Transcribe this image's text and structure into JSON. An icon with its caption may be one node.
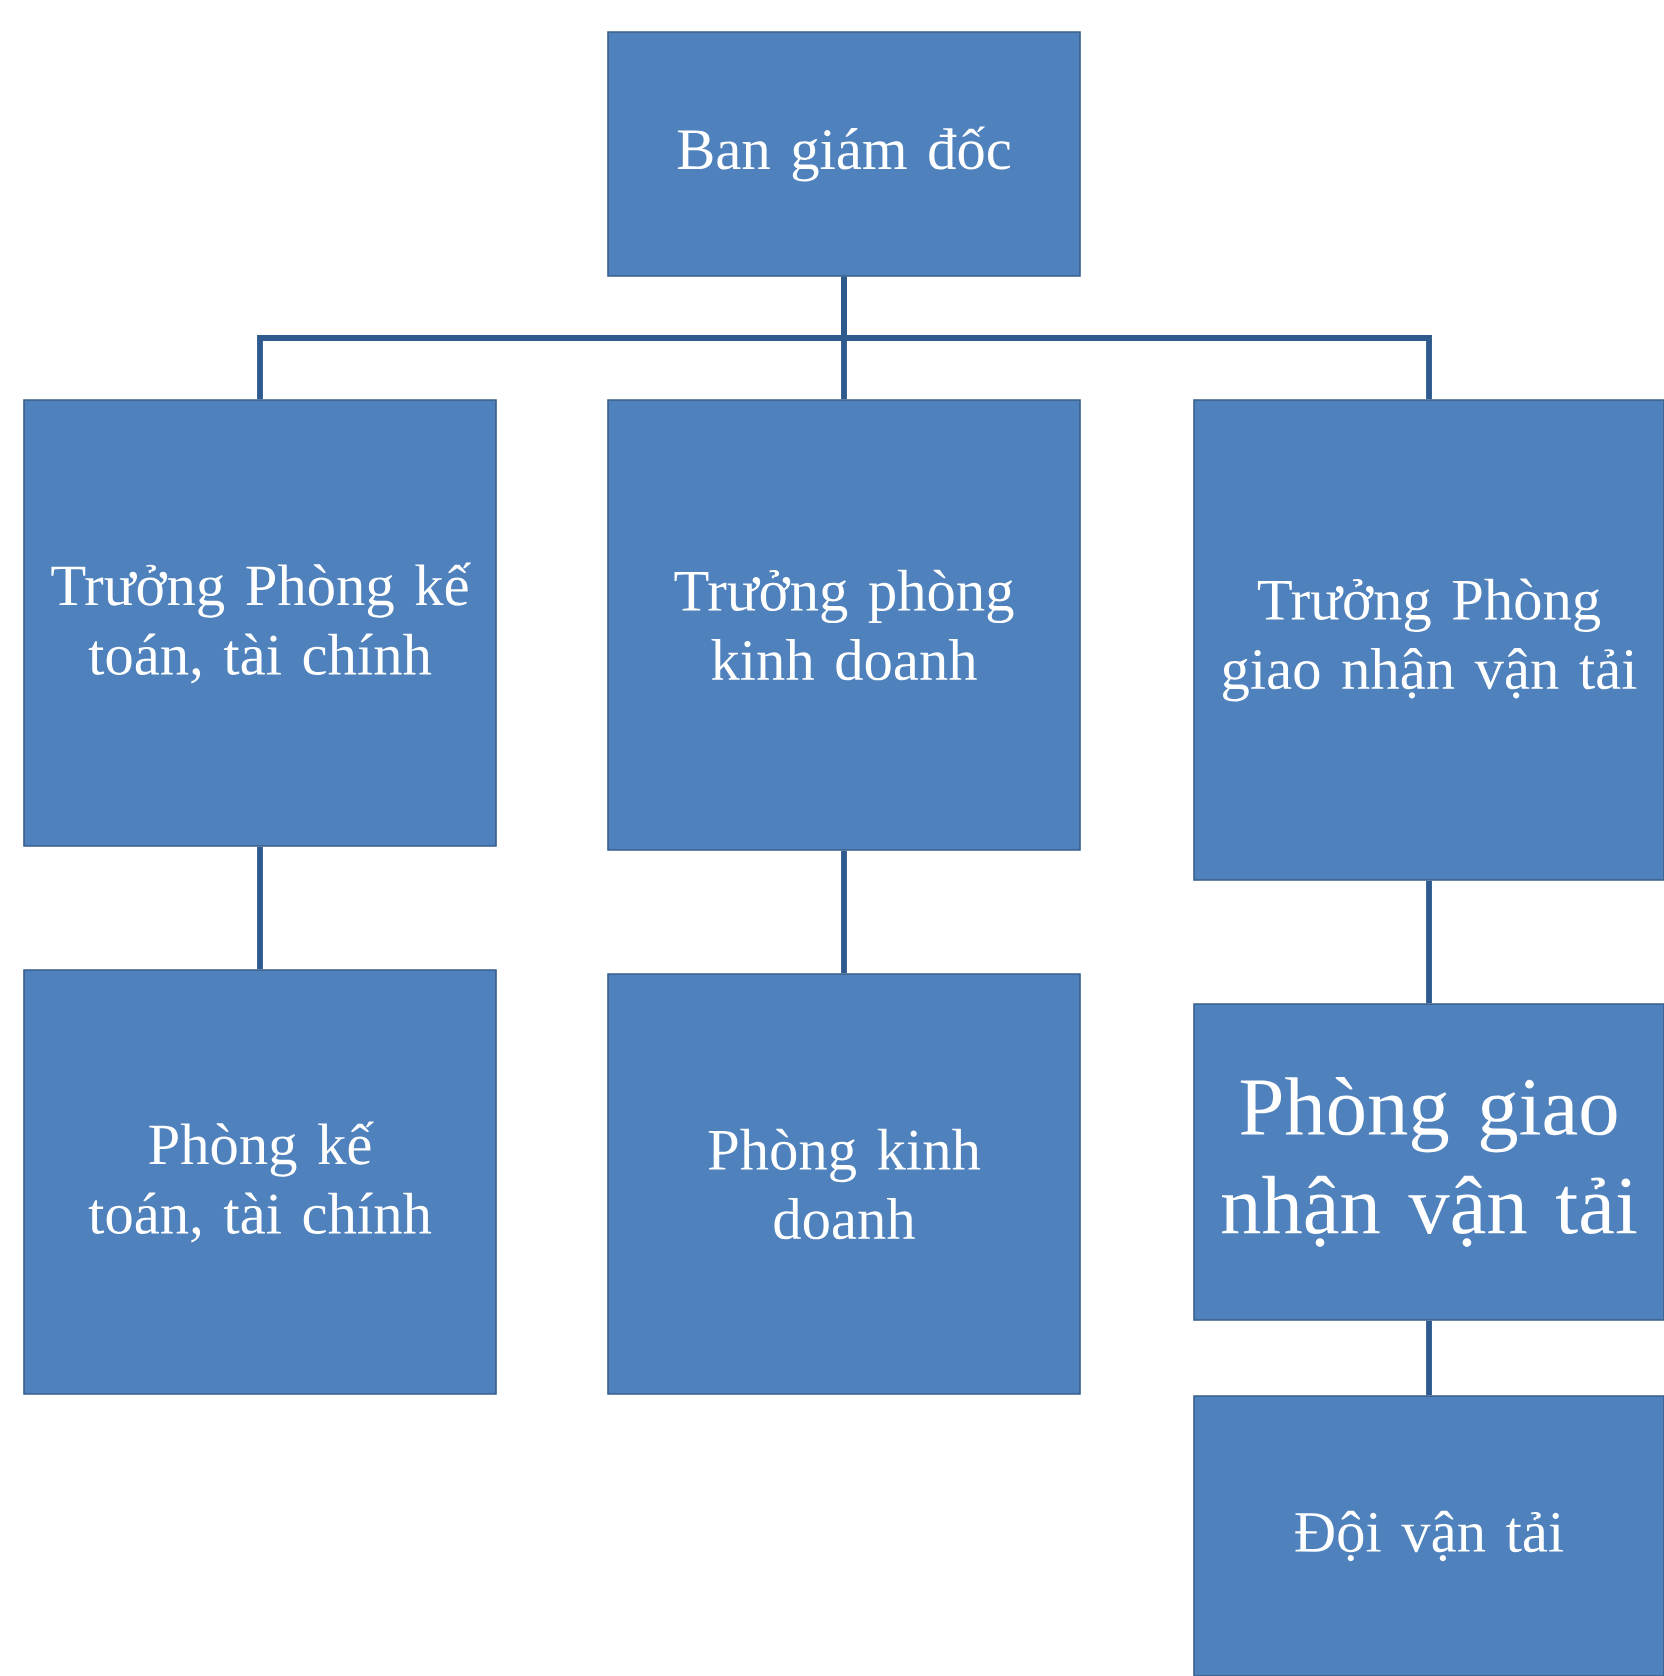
{
  "diagram": {
    "nodes": [
      {
        "text": [
          "Ban giám đốc"
        ]
      },
      {
        "text": [
          "Trưởng Phòng kế toán, tài chính"
        ]
      },
      {
        "text": [
          "Trưởng phòng kinh doanh"
        ]
      },
      {
        "text": [
          "Trưởng Phòng giao nhận vận tải"
        ]
      },
      {
        "text": [
          "Phòng kế toán, tài chính"
        ]
      },
      {
        "text": [
          "Phòng kinh doanh"
        ]
      },
      {
        "text": [
          "Phòng giao nhận vận tải"
        ]
      },
      {
        "text": [
          "Đội vận tải"
        ]
      }
    ],
    "edges": [
      {
        "from": 0,
        "to": 1,
        "arrow": "none"
      },
      {
        "from": 0,
        "to": 2,
        "arrow": "none"
      },
      {
        "from": 0,
        "to": 3,
        "arrow": "none"
      },
      {
        "from": 1,
        "to": 4,
        "arrow": "none"
      },
      {
        "from": 2,
        "to": 5,
        "arrow": "none"
      },
      {
        "from": 3,
        "to": 6,
        "arrow": "none"
      },
      {
        "from": 6,
        "to": 7,
        "arrow": "none"
      }
    ]
  }
}
